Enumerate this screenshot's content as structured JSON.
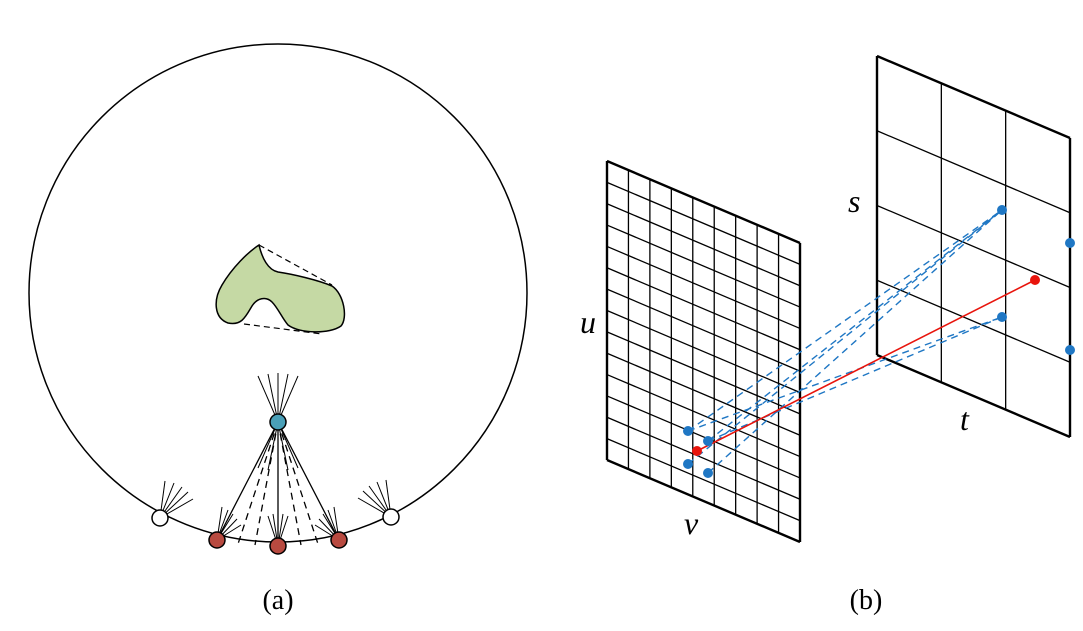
{
  "panels": {
    "a": {
      "caption": "(a)",
      "colors": {
        "object_fill": "#c5d9a4",
        "center_camera": "#4aa0b8",
        "sample_camera": "#b84a40",
        "empty_camera": "#ffffff"
      }
    },
    "b": {
      "caption": "(b)",
      "labels": {
        "u": "u",
        "v": "v",
        "s": "s",
        "t": "t"
      },
      "colors": {
        "grid": "#000000",
        "sample_point": "#1f77c4",
        "query_ray": "#e8140c"
      }
    }
  }
}
